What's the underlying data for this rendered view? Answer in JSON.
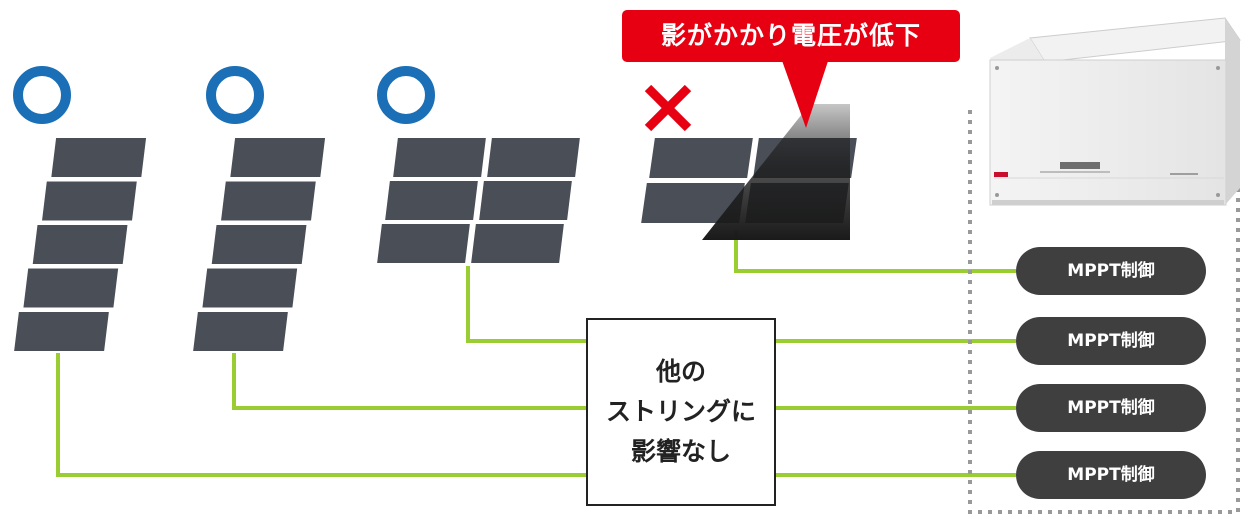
{
  "callout": {
    "text": "影がかかり電圧が低下"
  },
  "note": {
    "lines": [
      "他の",
      "ストリングに",
      "影響なし"
    ]
  },
  "status_marks": [
    "O",
    "O",
    "O",
    "X"
  ],
  "mppt_labels": [
    "MPPT制御",
    "MPPT制御",
    "MPPT制御",
    "MPPT制御"
  ],
  "colors": {
    "ok": "#1a6fb6",
    "ng": "#e60012",
    "panel": "#4a4f57",
    "wire": "#9acd32",
    "pill": "#3f3f3f",
    "dotted_border": "#999999",
    "shadow": "#1a1a1a"
  },
  "icons": {
    "inverter": "power-conditioner-icon"
  }
}
